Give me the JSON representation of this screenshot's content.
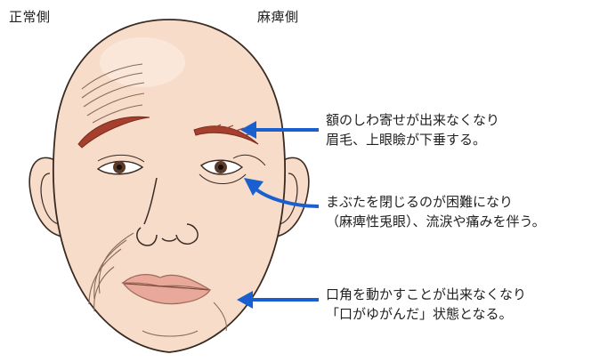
{
  "labels": {
    "normal_side": "正常側",
    "paralyzed_side": "麻痺側"
  },
  "captions": {
    "forehead": [
      "額のしわ寄せが出来なくなり",
      "眉毛、上眼瞼が下垂する。"
    ],
    "eye": [
      "まぶたを閉じるのが困難になり",
      "（麻痺性兎眼）、流涙や痛みを伴う。"
    ],
    "mouth": [
      "口角を動かすことが出来なくなり",
      "「口がゆがんだ」状態となる。"
    ]
  },
  "colors": {
    "arrow": "#1a5fcf",
    "skin": "#f6dcc9",
    "outline": "#3a2a22",
    "brow": "#a6402e",
    "lips": "#e8a99a"
  }
}
